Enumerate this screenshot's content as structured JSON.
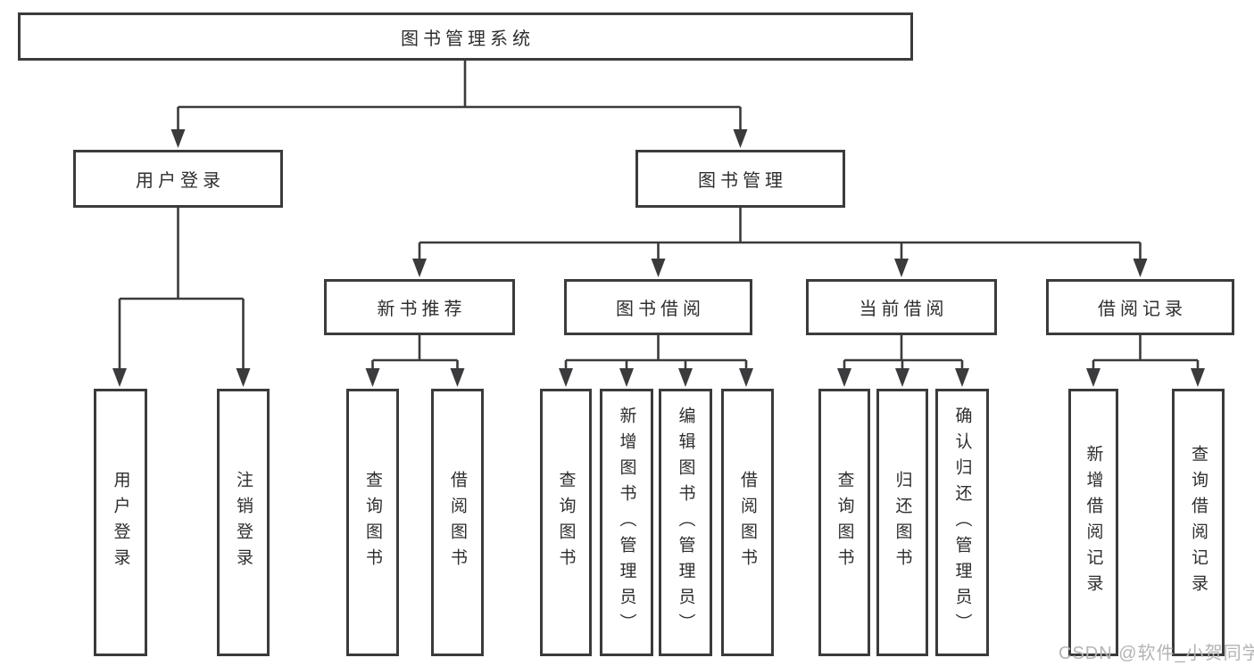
{
  "colors": {
    "line": "#3b3b3d",
    "text": "#2e2e30",
    "background": "#ffffff",
    "watermark": "#b4b4b4"
  },
  "diagram": {
    "root": "图书管理系统",
    "branches": [
      {
        "label": "用户登录",
        "children": [
          "用户登录",
          "注销登录"
        ]
      },
      {
        "label": "图书管理",
        "sections": [
          {
            "label": "新书推荐",
            "children": [
              "查询图书",
              "借阅图书"
            ]
          },
          {
            "label": "图书借阅",
            "children": [
              "查询图书",
              "新增图书（管理员）",
              "编辑图书（管理员）",
              "借阅图书"
            ]
          },
          {
            "label": "当前借阅",
            "children": [
              "查询图书",
              "归还图书",
              "确认归还（管理员）"
            ]
          },
          {
            "label": "借阅记录",
            "children": [
              "新增借阅记录",
              "查询借阅记录"
            ]
          }
        ]
      }
    ]
  },
  "watermark": "CSDN @软件_小贺同学"
}
